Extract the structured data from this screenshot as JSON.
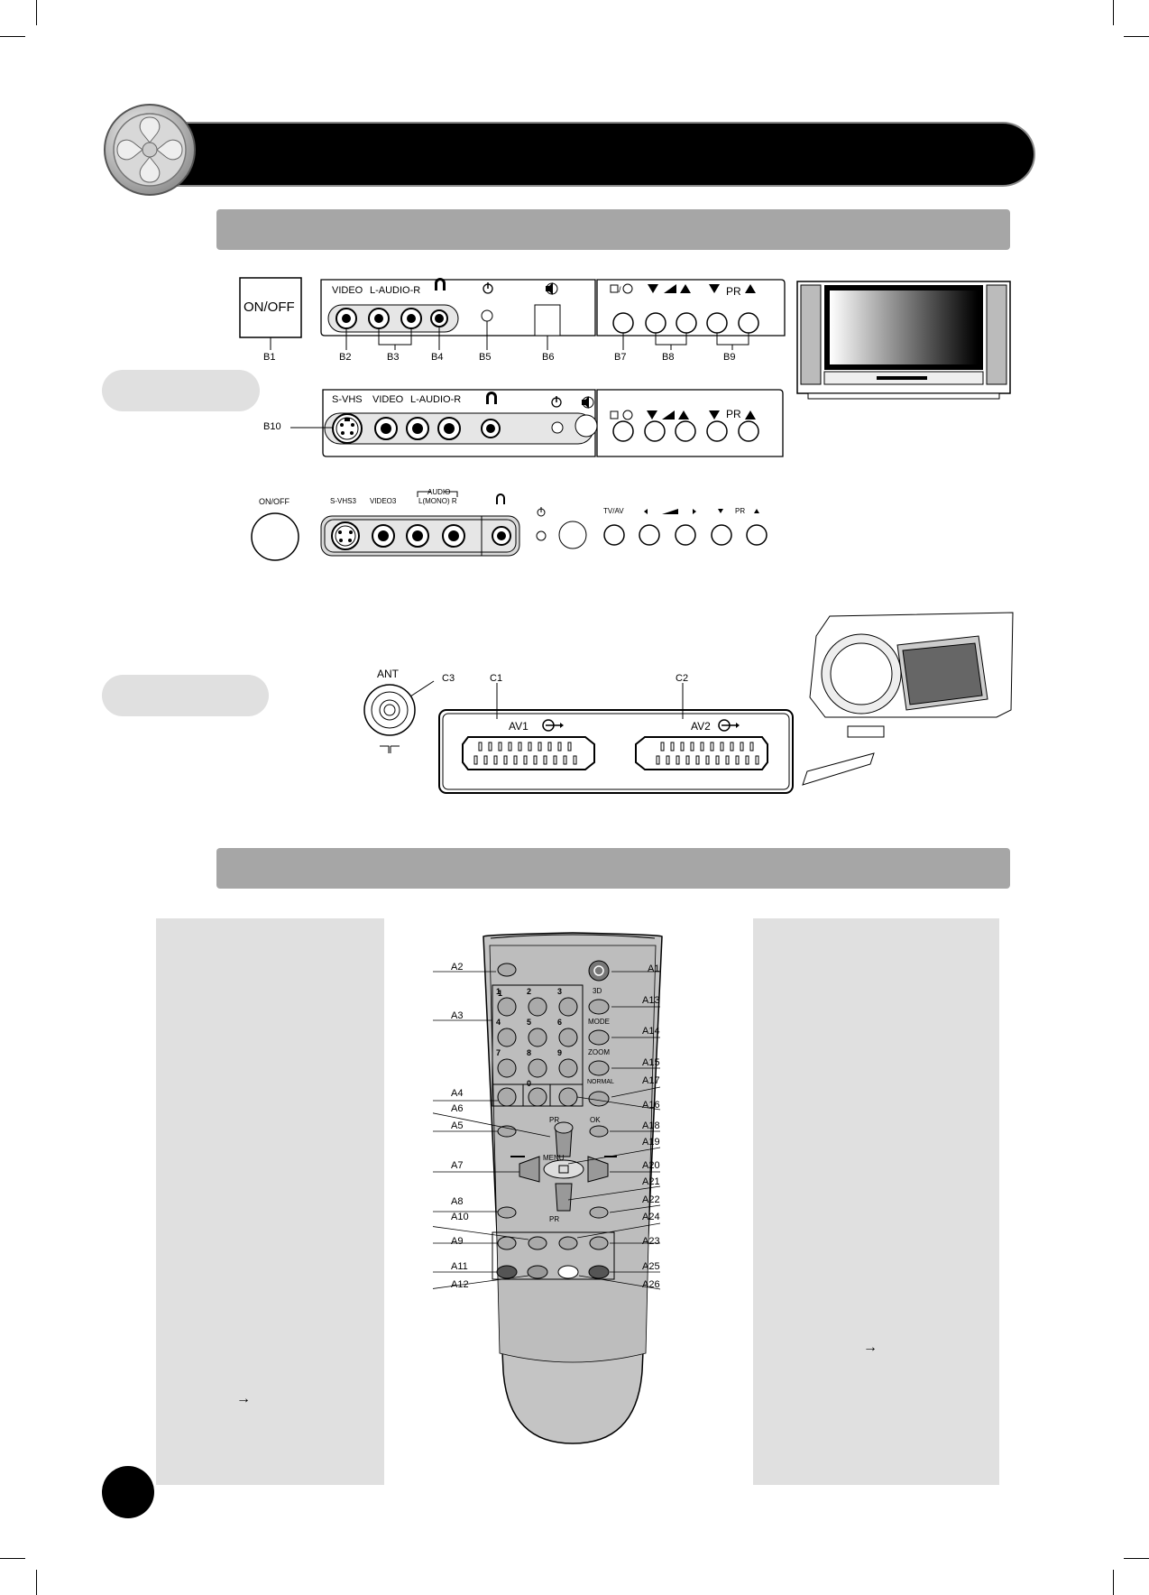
{
  "front_panel": {
    "onoff_box": "ON/OFF",
    "top_labels": {
      "video": "VIDEO",
      "audio": "L-AUDIO-R",
      "pr": "PR"
    },
    "callouts": [
      "B1",
      "B2",
      "B3",
      "B4",
      "B5",
      "B6",
      "B7",
      "B8",
      "B9"
    ],
    "mid_labels": {
      "svhs": "S-VHS",
      "video": "VIDEO",
      "audio": "L-AUDIO-R",
      "pr": "PR",
      "b10": "B10"
    },
    "bottom_labels": {
      "onoff": "ON/OFF",
      "svhs3": "S-VHS3",
      "video3": "VIDEO3",
      "audio_top": "AUDIO",
      "audio_sub": "L(MONO)   R",
      "tvav": "TV/AV",
      "pr": "PR"
    }
  },
  "rear_panel": {
    "ant": "ANT",
    "c3": "C3",
    "c1": "C1",
    "c2": "C2",
    "av1": "AV1",
    "av2": "AV2"
  },
  "remote": {
    "digits": [
      "1",
      "2",
      "3",
      "4",
      "5",
      "6",
      "7",
      "8",
      "9",
      "0"
    ],
    "labels": {
      "b3d": "3D",
      "mode": "MODE",
      "zoom": "ZOOM",
      "normal": "NORMAL",
      "ok": "OK",
      "pr_top": "PR",
      "menu": "MENU",
      "pr_bottom": "PR"
    },
    "left_callouts": [
      "A2",
      "A3",
      "A4",
      "A6",
      "A5",
      "A7",
      "A8",
      "A10",
      "A9",
      "A11",
      "A12"
    ],
    "right_callouts": [
      "A1",
      "A13",
      "A14",
      "A15",
      "A17",
      "A16",
      "A18",
      "A19",
      "A20",
      "A21",
      "A22",
      "A24",
      "A23",
      "A25",
      "A26"
    ]
  },
  "side_text": {
    "left_arrow": "→",
    "right_arrow": "→"
  }
}
